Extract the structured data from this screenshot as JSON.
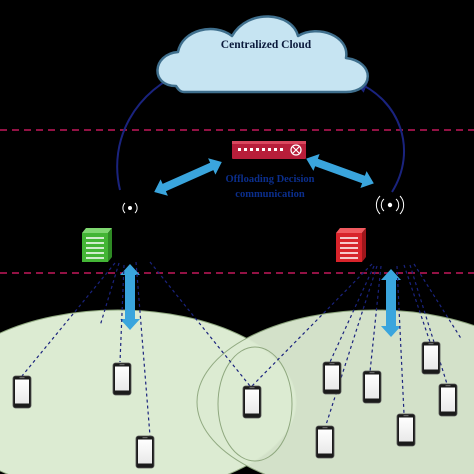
{
  "cloud": {
    "label": "Centralized Cloud"
  },
  "center": {
    "label_line1": "Offloading Decision",
    "label_line2": "communication"
  },
  "colors": {
    "background": "#000000",
    "cloud_fill": "#c6e4f2",
    "cloud_stroke": "#3f6f8d",
    "link_dark_blue": "#1a237e",
    "arrow_blue": "#3aa5dd",
    "dashed_red": "#c2185b",
    "router_red": "#b81e3a",
    "server_green": "#43b535",
    "server_red": "#d8232a",
    "zone_fill": "#dcebd2",
    "label_text": "#0b2e8c"
  },
  "icons": [
    "cloud-icon",
    "router-icon",
    "green-server-icon",
    "red-server-icon",
    "antenna-icon",
    "smartphone-icon"
  ]
}
